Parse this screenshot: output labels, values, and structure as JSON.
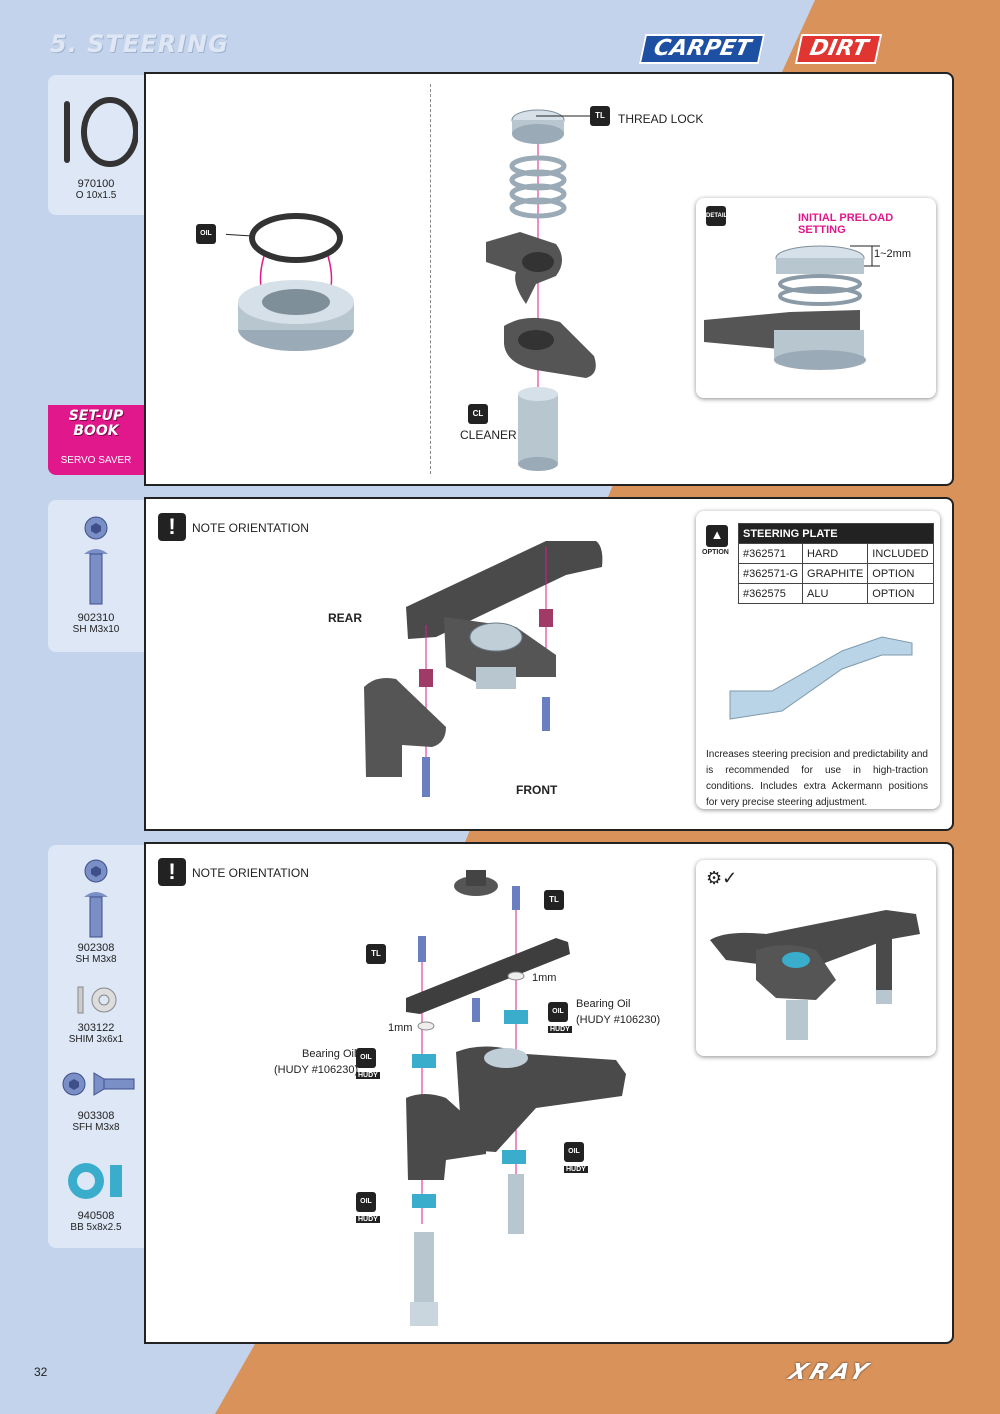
{
  "header": {
    "section_title": "5. STEERING",
    "badge_carpet": "CARPET",
    "badge_dirt": "DIRT"
  },
  "colors": {
    "blue_bg": "#c3d3ec",
    "orange_bg": "#d9925a",
    "magenta": "#e0188c",
    "carpet_blue": "#1d4fa3",
    "dirt_red": "#e03530"
  },
  "step1": {
    "parts": [
      {
        "code": "970100",
        "desc": "O 10x1.5"
      }
    ],
    "setup_book": {
      "title_line1": "SET-UP",
      "title_line2": "BOOK",
      "sub": "SERVO SAVER"
    },
    "oil_label": "OIL",
    "thread_lock": "THREAD LOCK",
    "tl_label": "TL",
    "cleaner": "CLEANER",
    "cl_label": "CL",
    "detail": {
      "icon_label": "DETAIL",
      "title": "INITIAL PRELOAD SETTING",
      "measure": "1~2mm"
    }
  },
  "step2": {
    "parts": [
      {
        "code": "902310",
        "desc": "SH M3x10"
      }
    ],
    "note": "NOTE ORIENTATION",
    "rear": "REAR",
    "front": "FRONT",
    "option": {
      "icon_label": "OPTION",
      "title": "STEERING PLATE",
      "rows": [
        [
          "#362571",
          "HARD",
          "INCLUDED"
        ],
        [
          "#362571-G",
          "GRAPHITE",
          "OPTION"
        ],
        [
          "#362575",
          "ALU",
          "OPTION"
        ]
      ],
      "description": "Increases steering precision and predictability and is recommended for use in high-traction conditions. Includes extra Ackermann positions for very precise steering adjustment."
    }
  },
  "step3": {
    "parts": [
      {
        "code": "902308",
        "desc": "SH M3x8"
      },
      {
        "code": "303122",
        "desc": "SHIM 3x6x1"
      },
      {
        "code": "903308",
        "desc": "SFH M3x8"
      },
      {
        "code": "940508",
        "desc": "BB 5x8x2.5"
      }
    ],
    "note": "NOTE ORIENTATION",
    "shim_1": "1mm",
    "shim_2": "1mm",
    "bearing_oil_right": "Bearing Oil",
    "hudy_right": "(HUDY #106230)",
    "bearing_oil_left": "Bearing Oil",
    "hudy_left": "(HUDY #106230)",
    "hudy": "HUDY",
    "oil": "OIL",
    "tl": "TL"
  },
  "footer": {
    "page_number": "32",
    "brand": "XRAY"
  }
}
